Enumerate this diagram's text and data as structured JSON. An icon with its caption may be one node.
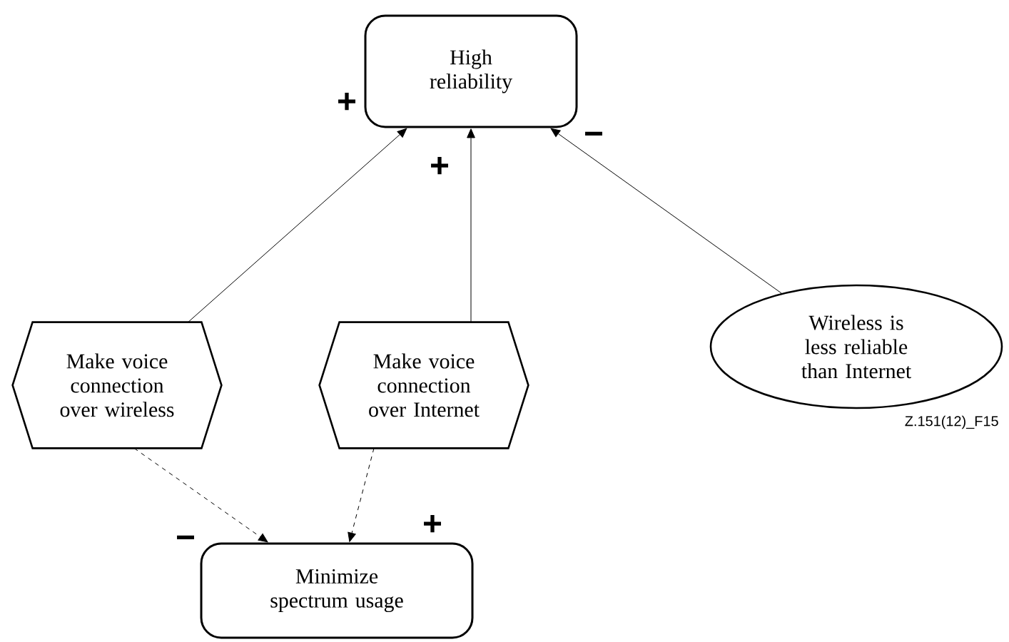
{
  "diagram": {
    "nodes": [
      {
        "text": [
          "High reliability"
        ]
      },
      {
        "text": [
          "Make voice connection over wireless"
        ]
      },
      {
        "text": [
          "Make voice connection over Internet"
        ]
      },
      {
        "text": [
          "Wireless is less reliable than Internet"
        ]
      },
      {
        "text": [
          "Minimize spectrum usage"
        ]
      }
    ],
    "edges": [
      {
        "from": 1,
        "to": 0,
        "arrow": "to",
        "label": "+"
      },
      {
        "from": 2,
        "to": 0,
        "arrow": "to",
        "label": "+"
      },
      {
        "from": 3,
        "to": 0,
        "arrow": "to",
        "label": "−"
      },
      {
        "from": 1,
        "to": 4,
        "arrow": "to",
        "label": "−",
        "style": "dashed"
      },
      {
        "from": 2,
        "to": 4,
        "arrow": "to",
        "label": "+",
        "style": "dashed"
      }
    ],
    "labels": [
      "Z.151(12)_F15"
    ]
  }
}
